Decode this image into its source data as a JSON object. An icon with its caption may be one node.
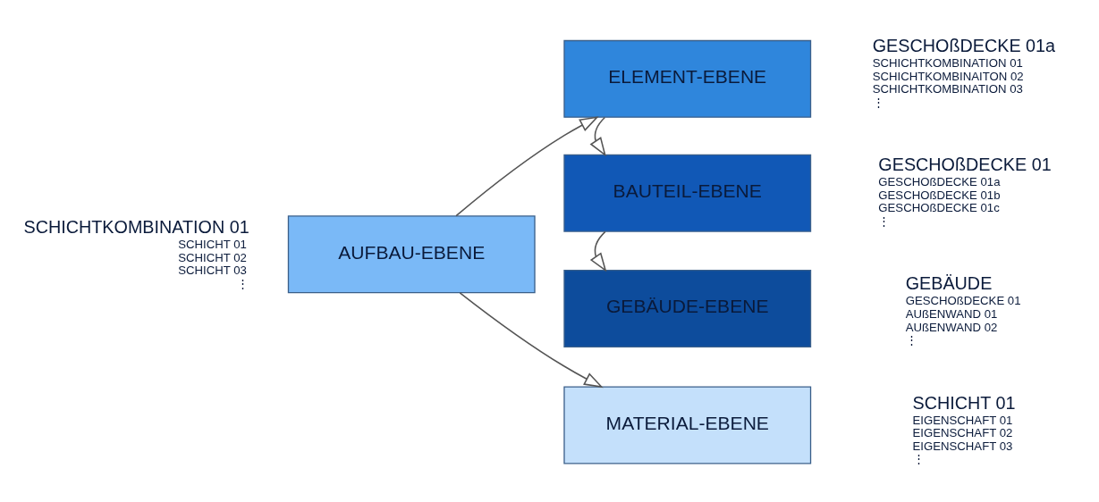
{
  "diagram": {
    "nodes": [
      {
        "text": [
          "GEBÄUDE-EBENE"
        ],
        "beside": [
          "GEBÄUDE",
          "GESCHOßDECKE 01",
          "AUßENWAND 01",
          "AUßENWAND 02",
          "⋮"
        ]
      },
      {
        "text": [
          "BAUTEIL-EBENE"
        ],
        "beside": [
          "GESCHOßDECKE 01",
          "GESCHOßDECKE 01a",
          "GESCHOßDECKE 01b",
          "GESCHOßDECKE 01c",
          "⋮"
        ]
      },
      {
        "text": [
          "ELEMENT-EBENE"
        ],
        "beside": [
          "GESCHOßDECKE 01a",
          "SCHICHTKOMBINATION 01",
          "SCHICHTKOMBINAITON 02",
          "SCHICHTKOMBINATION 03",
          "⋮"
        ]
      },
      {
        "text": [
          "AUFBAU-EBENE"
        ],
        "beside": [
          "SCHICHTKOMBINATION 01",
          "SCHICHT 01",
          "SCHICHT 02",
          "SCHICHT 03",
          "⋮"
        ]
      },
      {
        "text": [
          "MATERIAL-EBENE"
        ],
        "beside": [
          "SCHICHT 01",
          "EIGENSCHAFT 01",
          "EIGENSCHAFT 02",
          "EIGENSCHAFT 03",
          "⋮"
        ]
      }
    ],
    "edges": [
      {
        "from": 3,
        "to": 2,
        "arrow": "to"
      },
      {
        "from": 3,
        "to": 4,
        "arrow": "to"
      },
      {
        "from": 2,
        "to": 1,
        "arrow": "to"
      },
      {
        "from": 1,
        "to": 0,
        "arrow": "to"
      }
    ]
  }
}
